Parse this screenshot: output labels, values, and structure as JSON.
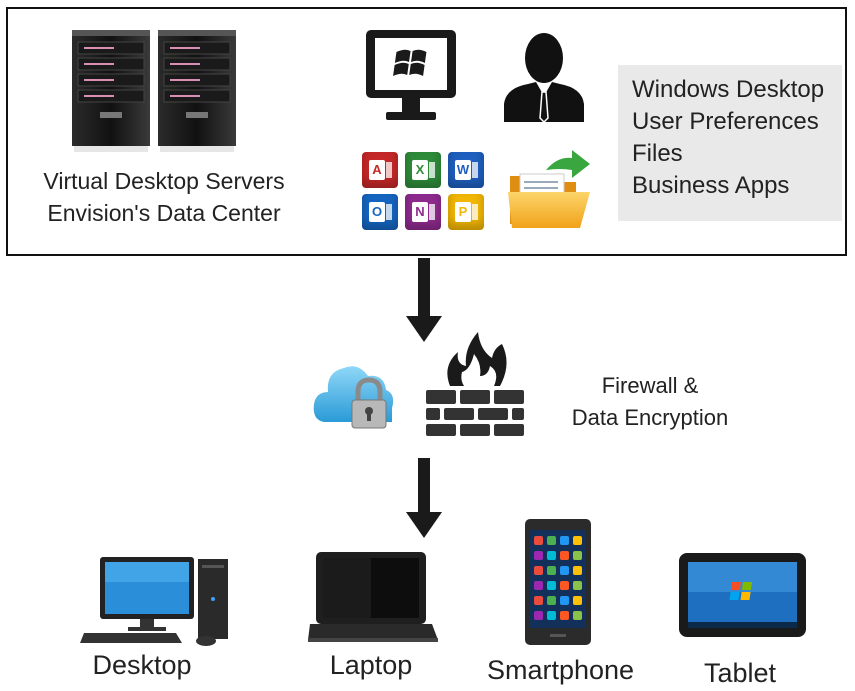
{
  "servers": {
    "caption_line1": "Virtual Desktop Servers",
    "caption_line2": "Envision's Data Center"
  },
  "features": {
    "items": [
      "Windows Desktop",
      "User Preferences",
      "Files",
      "Business Apps"
    ]
  },
  "security": {
    "caption_line1": "Firewall &",
    "caption_line2": "Data Encryption"
  },
  "office_apps": [
    {
      "name": "access-icon",
      "letter": "A",
      "color": "#c62828"
    },
    {
      "name": "excel-icon",
      "letter": "X",
      "color": "#2e8b3a"
    },
    {
      "name": "word-icon",
      "letter": "W",
      "color": "#1e5fbf"
    },
    {
      "name": "outlook-icon",
      "letter": "O",
      "color": "#1565c0"
    },
    {
      "name": "onenote-icon",
      "letter": "N",
      "color": "#8e2a8e"
    },
    {
      "name": "powerpoint-icon",
      "letter": "P",
      "color": "#f2b705"
    }
  ],
  "devices": [
    {
      "label": "Desktop"
    },
    {
      "label": "Laptop"
    },
    {
      "label": "Smartphone"
    },
    {
      "label": "Tablet"
    }
  ]
}
